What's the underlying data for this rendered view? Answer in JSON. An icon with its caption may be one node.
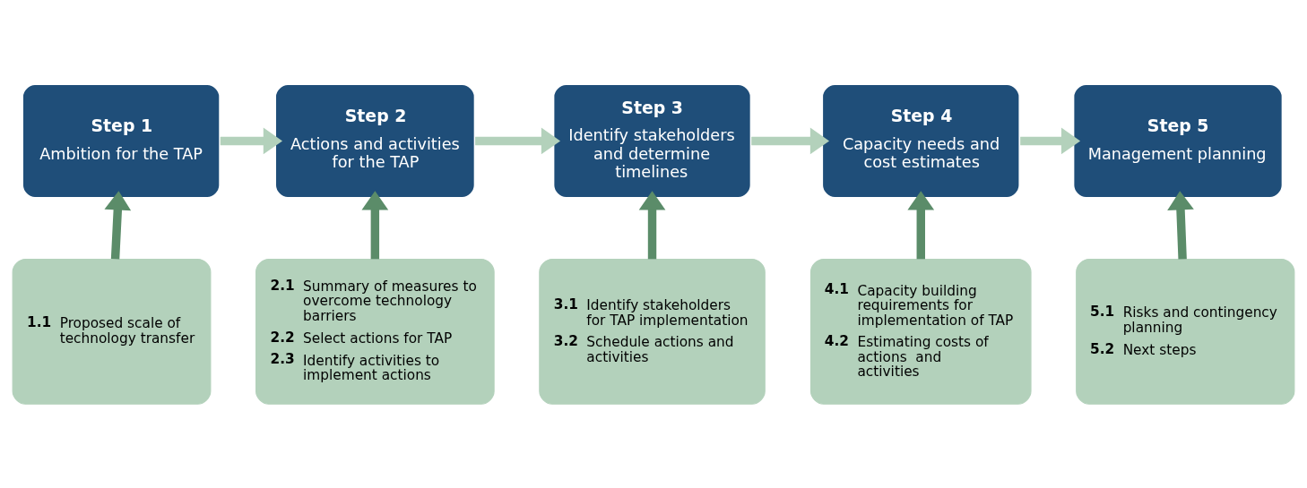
{
  "diagram": {
    "nodes": [
      {
        "text": [
          "Step 1",
          "Ambition for the TAP"
        ]
      },
      {
        "text": [
          "Step 2",
          "Actions and activities for the TAP"
        ]
      },
      {
        "text": [
          "Step 3",
          "Identify stakeholders and determine timelines"
        ]
      },
      {
        "text": [
          "Step 4",
          "Capacity needs and cost estimates"
        ]
      },
      {
        "text": [
          "Step 5",
          "Management planning"
        ]
      },
      {
        "text": [
          "1.1",
          "Proposed scale of technology transfer"
        ]
      },
      {
        "text": [
          "2.1",
          "Summary of measures to overcome technology barriers",
          "2.2",
          "Select actions for TAP",
          "2.3",
          "Identify activities to implement actions"
        ]
      },
      {
        "text": [
          "3.1",
          "Identify stakeholders for TAP implementation",
          "3.2",
          "Schedule actions and activities"
        ]
      },
      {
        "text": [
          "4.1",
          "Capacity building requirements for implementation of TAP",
          "4.2",
          "Estimating costs of actions  and activities"
        ]
      },
      {
        "text": [
          "5.1",
          "Risks and contingency planning",
          "5.2",
          "Next steps"
        ]
      }
    ],
    "edges": [
      {
        "from": 0,
        "to": 1,
        "arrow": "to",
        "color": "#b3d1bb"
      },
      {
        "from": 1,
        "to": 2,
        "arrow": "to",
        "color": "#b3d1bb"
      },
      {
        "from": 2,
        "to": 3,
        "arrow": "to",
        "color": "#b3d1bb"
      },
      {
        "from": 3,
        "to": 4,
        "arrow": "to",
        "color": "#b3d1bb"
      },
      {
        "from": 5,
        "to": 0,
        "arrow": "to"
      },
      {
        "from": 6,
        "to": 1,
        "arrow": "to"
      },
      {
        "from": 7,
        "to": 2,
        "arrow": "to"
      },
      {
        "from": 8,
        "to": 3,
        "arrow": "to"
      },
      {
        "from": 9,
        "to": 4,
        "arrow": "to"
      }
    ]
  }
}
